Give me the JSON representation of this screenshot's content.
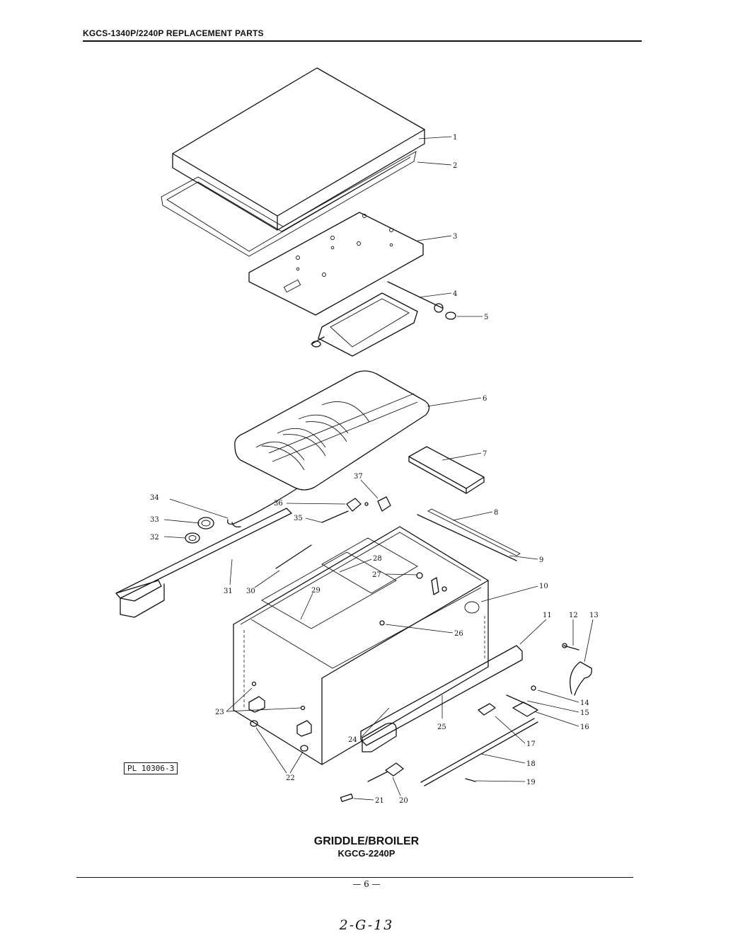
{
  "header": {
    "title": "KGCS-1340P/2240P REPLACEMENT PARTS"
  },
  "diagram": {
    "callouts": [
      "1",
      "2",
      "3",
      "4",
      "5",
      "6",
      "7",
      "8",
      "9",
      "10",
      "11",
      "12",
      "13",
      "14",
      "15",
      "16",
      "17",
      "18",
      "19",
      "20",
      "21",
      "22",
      "23",
      "24",
      "25",
      "26",
      "27",
      "28",
      "29",
      "30",
      "31",
      "32",
      "33",
      "34",
      "35",
      "36",
      "37"
    ]
  },
  "reference_code": "PL 10306-3",
  "caption": {
    "title": "GRIDDLE/BROILER",
    "model": "KGCG-2240P"
  },
  "footer": {
    "page_number": "— 6 —",
    "handwritten_note": "2-G-13"
  }
}
